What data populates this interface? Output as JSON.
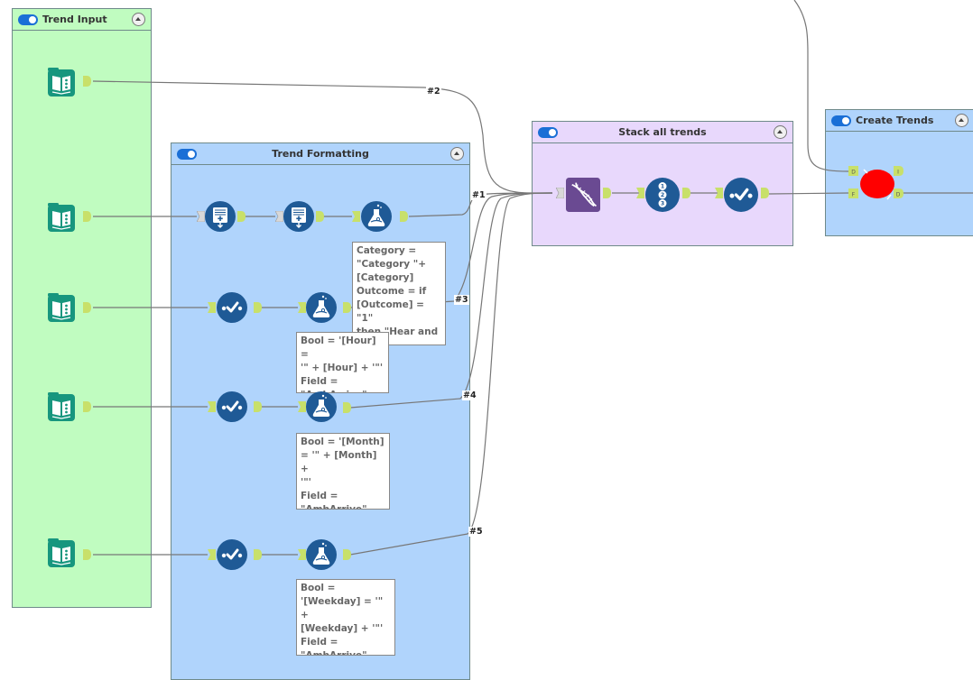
{
  "containers": {
    "trend_input": {
      "title": "Trend Input",
      "enabled": true,
      "color": "#c0fcc0"
    },
    "trend_formatting": {
      "title": "Trend Formatting",
      "enabled": true,
      "color": "#b0d4fc"
    },
    "stack_all_trends": {
      "title": "Stack all trends",
      "enabled": true,
      "color": "#e8d8fc"
    },
    "create_trends": {
      "title": "Create Trends",
      "enabled": true,
      "color": "#b0d4fc"
    }
  },
  "tools": {
    "inputs": [
      {
        "type": "input-data",
        "icon": "book-icon"
      },
      {
        "type": "input-data",
        "icon": "book-icon"
      },
      {
        "type": "input-data",
        "icon": "book-icon"
      },
      {
        "type": "input-data",
        "icon": "book-icon"
      },
      {
        "type": "input-data",
        "icon": "book-icon"
      }
    ],
    "formatting": [
      {
        "type": "append-fields",
        "icon": "append-icon"
      },
      {
        "type": "append-fields",
        "icon": "append-icon"
      },
      {
        "type": "formula",
        "icon": "flask-icon"
      },
      {
        "type": "select",
        "icon": "select-check-icon"
      },
      {
        "type": "formula",
        "icon": "flask-icon"
      },
      {
        "type": "select",
        "icon": "select-check-icon"
      },
      {
        "type": "formula",
        "icon": "flask-icon"
      },
      {
        "type": "select",
        "icon": "select-check-icon"
      },
      {
        "type": "formula",
        "icon": "flask-icon"
      }
    ],
    "stack": [
      {
        "type": "union",
        "icon": "dna-icon"
      },
      {
        "type": "record-id",
        "icon": "numbered-list-icon"
      },
      {
        "type": "select",
        "icon": "select-check-icon"
      }
    ],
    "create": [
      {
        "type": "macro",
        "icon": "red-circle-icon",
        "inputs": [
          "D",
          "F"
        ],
        "outputs": [
          "I",
          "D"
        ]
      }
    ]
  },
  "annotations": [
    "Category =\n\"Category \"+\n[Category]\nOutcome = if\n[Outcome] = \"1\"\nthen \"Hear and",
    "Bool = '[Hour] =\n'\" + [Hour] + '\"'\nField =\n\"AmbArrive\"",
    "Bool = '[Month]\n= '\" + [Month] +\n'\"'\nField =\n\"AmbArrive\"",
    "Bool =\n'[Weekday] = '\" +\n[Weekday] + '\"'\nField =\n\"AmbArrive\""
  ],
  "connection_labels": [
    "#1",
    "#2",
    "#3",
    "#4",
    "#5"
  ],
  "colors": {
    "connector": "#c8e06a",
    "tool_blue": "#1f5a96",
    "input_teal": "#17967e",
    "union_purple": "#6a4a92",
    "macro_red": "#ff0000",
    "wire": "#777777"
  }
}
